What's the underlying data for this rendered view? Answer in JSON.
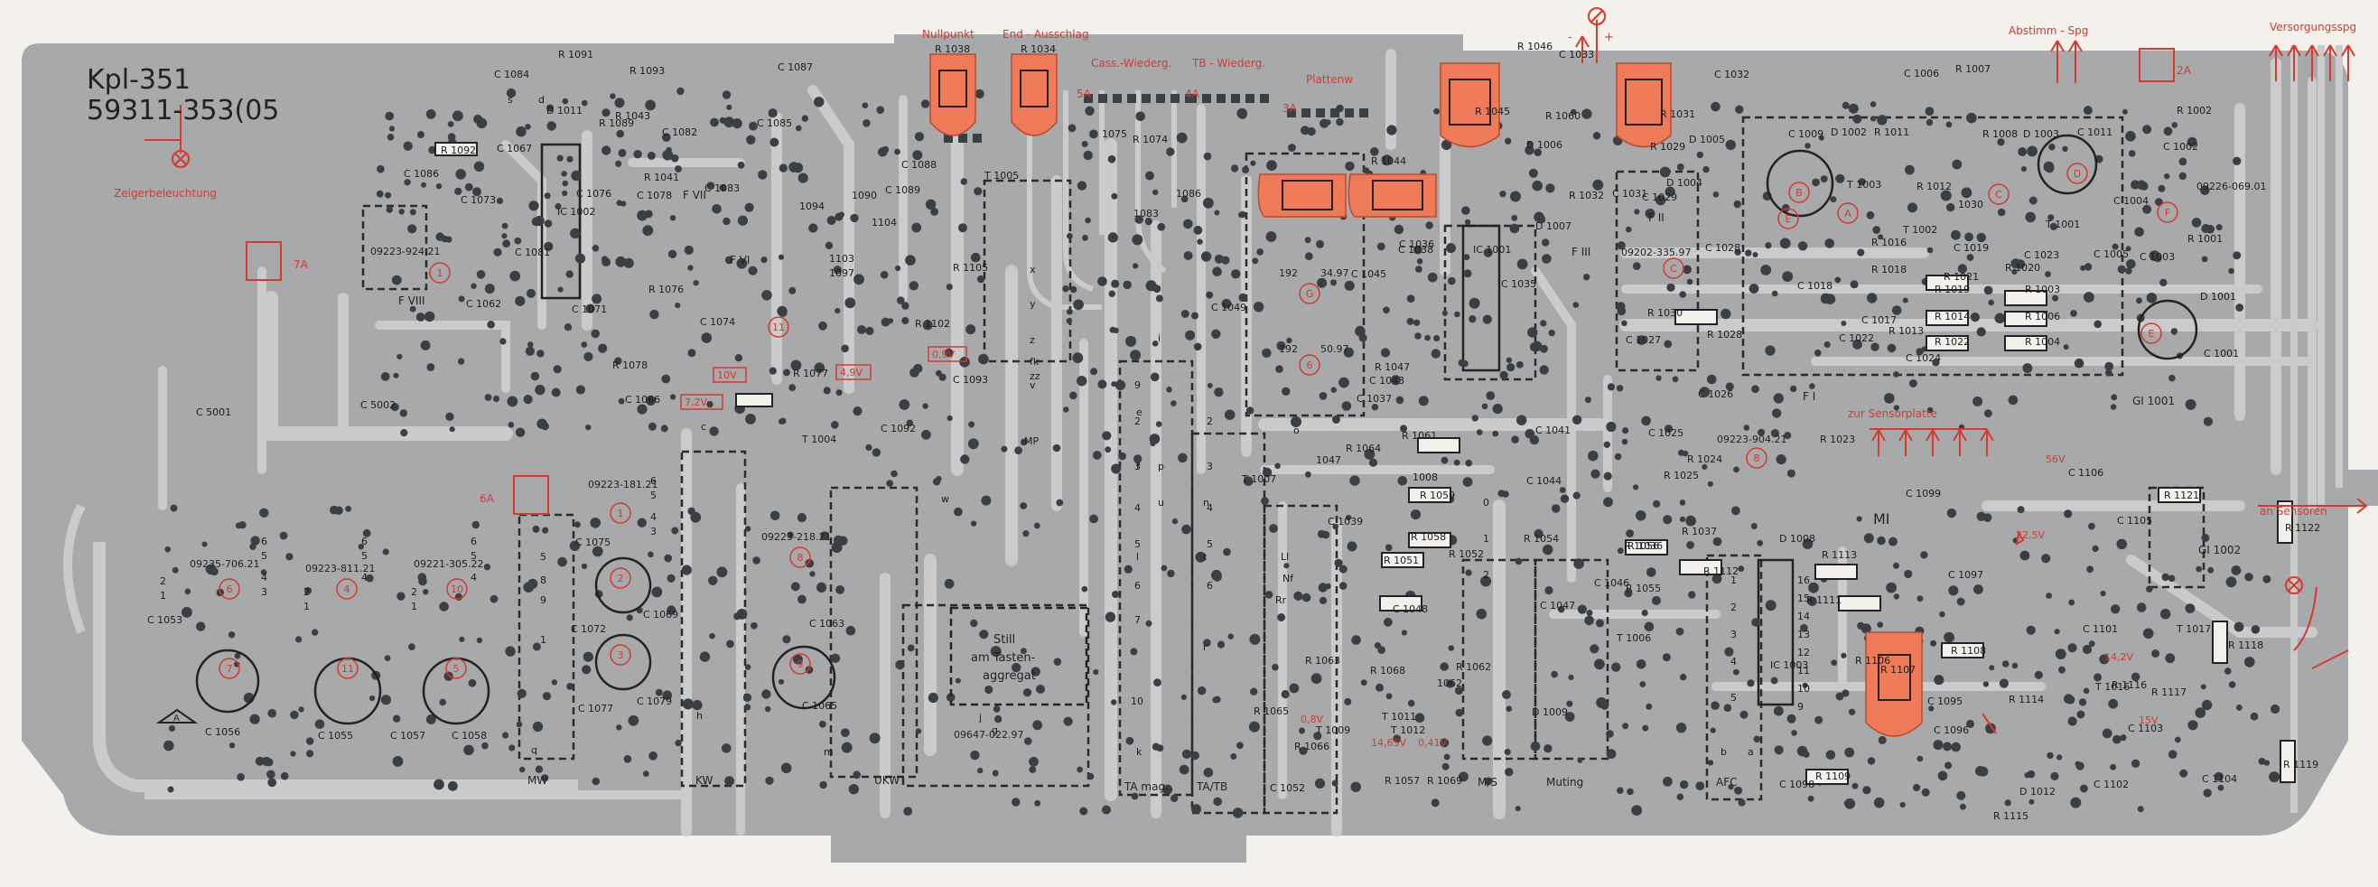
{
  "colors": {
    "board": "#a7a9ab",
    "trace": "#c9cbcd",
    "pad": "#3b3e42",
    "paper": "#f4f1ec",
    "red": "#d8392b",
    "highlight": "#ef7a57"
  },
  "header": {
    "part_number": "59311-353(05",
    "board_code": "Kpl-351"
  },
  "section_labels": {
    "nullpunkt": "Nullpunkt",
    "end_ausschlag": "End - Ausschlag",
    "cass_wiederg": "Cass.-Wiederg.",
    "tb_wiederg": "TB - Wiederg.",
    "plattenw": "Plattenw",
    "abstimm_spg": "Abstimm - Spg",
    "versorgungsspg": "Versorgungsspg",
    "zeigerbeleuchtung": "Zeigerbeleuchtung",
    "zur_sensorplatte": "zur Sensorplatte",
    "an_sensoren": "an Sensoren",
    "still_line1": "Still",
    "still_line2": "am Tasten-",
    "still_line3": "aggregat",
    "mw": "MW",
    "kw": "KW",
    "ukw": "UKW",
    "ta_mag": "TA mag.",
    "ta_tb": "TA/TB",
    "ms": "M/S",
    "muting": "Muting",
    "afc": "AFC",
    "fi": "F I",
    "fii": "F II",
    "fiii": "F III",
    "fvi": "F VI",
    "fvii": "F VII",
    "fviii": "F VIII",
    "gi1001": "GI 1001",
    "gi1002": "GI 1002"
  },
  "connectors": {
    "j5a": "5A",
    "j4a": "4A",
    "j3a": "3A",
    "j2a": "2A",
    "j7a": "7A",
    "j6a": "6A"
  },
  "voltages": {
    "v10": "10V",
    "v72": "7,2V",
    "v49": "4,9V",
    "v09": "0,9V",
    "v56": "56V",
    "v225": "22,5V",
    "v142": "14,2V",
    "v15": "15V",
    "v08": "0,8V",
    "v1465": "14,65V",
    "v041": "0,41V"
  },
  "module_codes": {
    "m09223_924": "09223-924.21",
    "m09223_181": "09223-181.21",
    "m09235_706": "09235-706.21",
    "m09223_811": "09223-811.21",
    "m09221_305": "09221-305.22",
    "m09223_218": "09223-218.21",
    "m09647_022": "09647-022.97",
    "m09202_335": "09202-335.97",
    "m09223_904": "09223-904.21",
    "m09226_069": "09226-069.01",
    "m34_97": "34.97",
    "m50_97": "50.97"
  },
  "circled_numbers": {
    "c1": "1",
    "c2": "2",
    "c3": "3",
    "c4": "4",
    "c5": "5",
    "c6": "6",
    "c7": "7",
    "c8": "8",
    "c9": "9",
    "c10": "10",
    "c11": "11",
    "cA": "A",
    "cB": "B",
    "cC": "C",
    "cD": "D",
    "cE": "E",
    "cF": "F",
    "cG": "G"
  },
  "components": {
    "r1038": "R 1038",
    "r1034": "R 1034",
    "r1091": "R 1091",
    "r1093": "R 1093",
    "r1092": "R 1092",
    "r1089": "R 1089",
    "r1043": "R 1043",
    "r1041": "R 1041",
    "r1076": "R 1076",
    "r1078": "R 1078",
    "r1077": "R 1077",
    "r1074": "R 1074",
    "r1045": "R 1045",
    "r1044": "R 1044",
    "r1046": "R 1046",
    "r1031": "R 1031",
    "r1030": "R 1030",
    "r1032": "R 1032",
    "r1028": "R 1028",
    "r1029": "R 1029",
    "r1007": "R 1007",
    "r1002": "R 1002",
    "r1001": "R 1001",
    "r1003": "R 1003",
    "r1004": "R 1004",
    "r1006": "R 1006",
    "r1014": "R 1014",
    "r1019": "R 1019",
    "r1022": "R 1022",
    "r1021": "R 1021",
    "r1011": "R 1011",
    "r1008": "R 1008",
    "r1105": "R 1105",
    "r1102": "R 1102",
    "r1061": "R 1061",
    "r1059": "R 1059",
    "r1058": "R 1058",
    "r1051": "R 1051",
    "r1052": "R 1052",
    "r1054": "R 1054",
    "r1055": "R 1055",
    "r1056": "R 1056",
    "r1057": "R 1057",
    "r1060": "R 1060",
    "r1062": "R 1062",
    "r1063": "R 1063",
    "r1064": "R 1064",
    "r1065": "R 1065",
    "r1068": "R 1068",
    "r1069": "R 1069",
    "r1066": "R 1066",
    "r1047": "R 1047",
    "r1036": "R 1036",
    "r1037": "R 1037",
    "r1112": "R 1112",
    "r1113": "R 1113",
    "r1111": "R 1111",
    "r1108": "R 1108",
    "r1109": "R 1109",
    "r1107": "R 1107",
    "r1106": "R 1106",
    "r1114": "R 1114",
    "r1115": "R 1115",
    "r1116": "R 1116",
    "r1117": "R 1117",
    "r1118": "R 1118",
    "r1119": "R 1119",
    "r1121": "R 1121",
    "r1122": "R 1122",
    "r1024": "R 1024",
    "r1025": "R 1025",
    "r1023": "R 1023",
    "r1012": "R 1012",
    "r1013": "R 1013",
    "r1016": "R 1016",
    "r1018": "R 1018",
    "r1020": "R 1020",
    "c1084": "C 1084",
    "c1067": "C 1067",
    "c1087": "C 1087",
    "c1085": "C 1085",
    "c1088": "C 1088",
    "c1082": "C 1082",
    "c1086": "C 1086",
    "c1073": "C 1073",
    "c1076": "C 1076",
    "c1078": "C 1078",
    "c1071": "C 1071",
    "c1072": "C 1072",
    "c1074": "C 1074",
    "c1062": "C 1062",
    "c1081": "C 1081",
    "c1066": "C 1066",
    "c1049": "C 1049",
    "c1093": "C 1093",
    "c1092": "C 1092",
    "c1033": "C 1033",
    "c1032": "C 1032",
    "c1031": "C 1031",
    "c1029": "C 1029",
    "c1028": "C 1028",
    "c1027": "C 1027",
    "c1026": "C 1026",
    "c1025": "C 1025",
    "c1036": "C 1036",
    "c1035": "C 1035",
    "c1045": "C 1045",
    "c1043": "C 1043",
    "c1037": "C 1037",
    "c1038": "C 1038",
    "c1006": "C 1006",
    "c1009": "C 1009",
    "c1011": "C 1011",
    "c1004": "C 1004",
    "c1003": "C 1003",
    "c1005": "C 1005",
    "c1002": "C 1002",
    "c1001": "C 1001",
    "c1022": "C 1022",
    "c1024": "C 1024",
    "c1017": "C 1017",
    "c1019": "C 1019",
    "c1023": "C 1023",
    "c1018": "C 1018",
    "c5001": "C 5001",
    "c5002": "C 5002",
    "c1053": "C 1053",
    "c1056": "C 1056",
    "c1055": "C 1055",
    "c1057": "C 1057",
    "c1058": "C 1058",
    "c1075": "C 1075",
    "c1069": "C 1069",
    "c1077": "C 1077",
    "c1079": "C 1079",
    "c1063": "C 1063",
    "c1065": "C 1065",
    "c1041": "C 1041",
    "c1044": "C 1044",
    "c1039": "C 1039",
    "c1048": "C 1048",
    "c1052": "C 1052",
    "c1106": "C 1106",
    "c1105": "C 1105",
    "c1099": "C 1099",
    "c1097": "C 1097",
    "c1101": "C 1101",
    "c1095": "C 1095",
    "c1096": "C 1096",
    "c1098": "C 1098",
    "c1103": "C 1103",
    "c1102": "C 1102",
    "c1104": "C 1104",
    "c1046": "C 1046",
    "c1047": "C 1047",
    "c1089": "C 1089",
    "c1083": "C 1083",
    "t1005": "T 1005",
    "t1004": "T 1004",
    "t1001": "T 1001",
    "t1007": "T 1007",
    "t1006": "T 1006",
    "t1009": "T 1009",
    "t1011": "T 1011",
    "t1012": "T 1012",
    "t1016": "T 1016",
    "t1017": "T 1017",
    "t1002": "T 1002",
    "t1003": "T 1003",
    "d1011": "D 1011",
    "d1006": "D 1006",
    "d1005": "D 1005",
    "d1004": "D 1004",
    "d1007": "D 1007",
    "d1002": "D 1002",
    "d1003": "D 1003",
    "d1001": "D 1001",
    "d1008": "D 1008",
    "d1009": "D 1009",
    "d1012": "D 1012",
    "ic1002": "IC 1002",
    "ic1001": "IC 1001",
    "ic1003": "IC 1003",
    "l1008": "1008",
    "l1075": "1075",
    "l1083": "1083",
    "l1086": "1086",
    "l1094": "1094",
    "l1090": "1090",
    "l1104": "1104",
    "l1097": "1097",
    "l1103": "1103",
    "l1047": "1047",
    "l1062": "1062",
    "l1030": "1030",
    "p192a": "192",
    "p192b": "192"
  },
  "pin_letters": {
    "s": "s",
    "d": "d",
    "x": "x",
    "y": "y",
    "z": "z",
    "c": "c",
    "j": "j",
    "g": "g",
    "q": "q",
    "h": "h",
    "m": "m",
    "k": "k",
    "i": "i",
    "f": "f",
    "b": "b",
    "a": "a",
    "e": "e",
    "l": "l",
    "n": "n",
    "p": "p",
    "r": "r",
    "w": "w",
    "v": "v",
    "u": "u",
    "t": "t",
    "o": "o",
    "zz": "zz",
    "fk": "fk",
    "mp": "MP",
    "ll": "Ll",
    "rr": "Rr",
    "nf": "Nf"
  },
  "digits": {
    "d0": "0",
    "d1": "1",
    "d2": "2",
    "d3": "3",
    "d4": "4",
    "d5": "5",
    "d6": "6",
    "d7": "7",
    "d8": "8",
    "d9": "9",
    "d10": "10",
    "d11": "11",
    "d12": "12",
    "d13": "13",
    "d14": "14",
    "d15": "15",
    "d16": "16"
  },
  "marks": {
    "a_tri": "A",
    "plus": "+",
    "minus": "-",
    "ml": "MI"
  }
}
